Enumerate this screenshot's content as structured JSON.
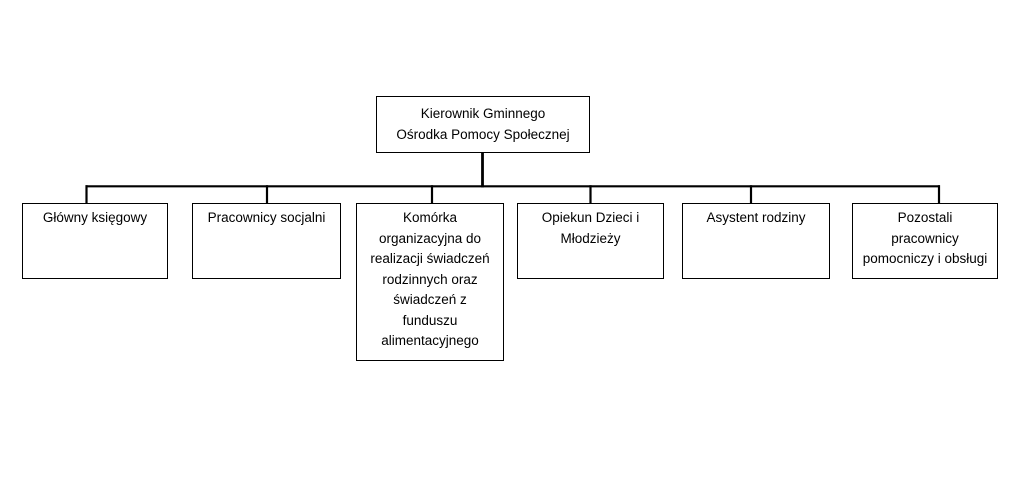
{
  "diagram": {
    "type": "org-chart",
    "root": {
      "label": "Kierownik Gminnego\nOśrodka Pomocy Społecznej"
    },
    "children": [
      {
        "label": "Główny księgowy"
      },
      {
        "label": "Pracownicy socjalni"
      },
      {
        "label": "Komórka\norganizacyjna do\nrealizacji świadczeń\nrodzinnych oraz\nświadczeń z\nfunduszu\nalimentacyjnego"
      },
      {
        "label": "Opiekun Dzieci i\nMłodzieży"
      },
      {
        "label": "Asystent rodziny"
      },
      {
        "label": "Pozostali\npracownicy\npomocniczy i obsługi"
      }
    ],
    "colors": {
      "border": "#000000",
      "connector": "#000000",
      "fill": "#ffffff",
      "text": "#000000"
    }
  }
}
